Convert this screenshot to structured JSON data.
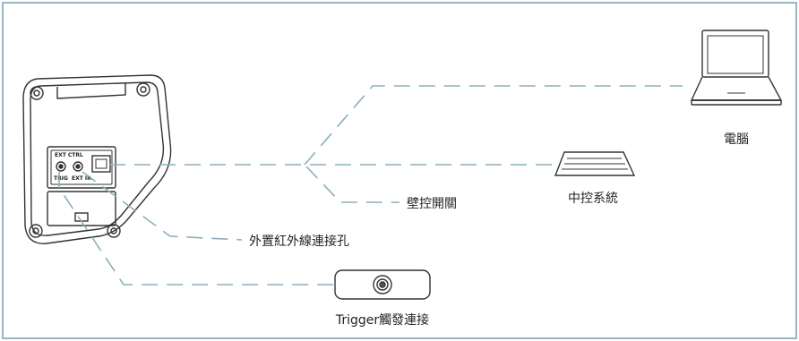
{
  "labels": {
    "computer": "電腦",
    "central_control": "中控系統",
    "wall_control": "壁控開關",
    "ir_port": "外置紅外線連接孔",
    "trigger": "Trigger觸發連接"
  },
  "device_panel": {
    "port_label": "EXT CTRL",
    "jack_left_label": "TRIG",
    "jack_right_label": "EXT IR"
  },
  "colors": {
    "frame": "#8ab0bb",
    "connector": "#8ab0bb",
    "outline": "#333333"
  },
  "icons": [
    "laptop-icon",
    "keyboard-icon",
    "trigger-sensor-icon",
    "device-back-panel"
  ]
}
